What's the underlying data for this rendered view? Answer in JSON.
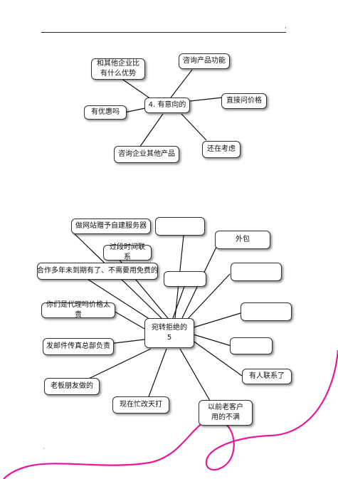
{
  "header": {
    "corner_mark": ",",
    "footer_mark": "·"
  },
  "diagram1": {
    "center": "4. 有意向的",
    "nodes": [
      "和其他企业比\n有什么优势",
      "咨询产品功能",
      "直接问价格",
      "有优惠吗",
      "咨询企业其他产品",
      "还在考虑"
    ]
  },
  "diagram2": {
    "center": "宛转拒绝的\n5",
    "nodes": [
      "做网站赠予自建服务器",
      "过段时间联系",
      "合作多年未到期有了、不需要用免费的",
      "你们是代理吗价格太贵",
      "发邮件传真总部负责",
      "老板朋友做的",
      "现在忙改天打",
      "以前老客户\n用的不满",
      "有人联系了",
      "外包",
      "",
      "",
      "",
      "",
      ""
    ]
  },
  "decoration": {
    "scribble_color": "#e8189a"
  }
}
